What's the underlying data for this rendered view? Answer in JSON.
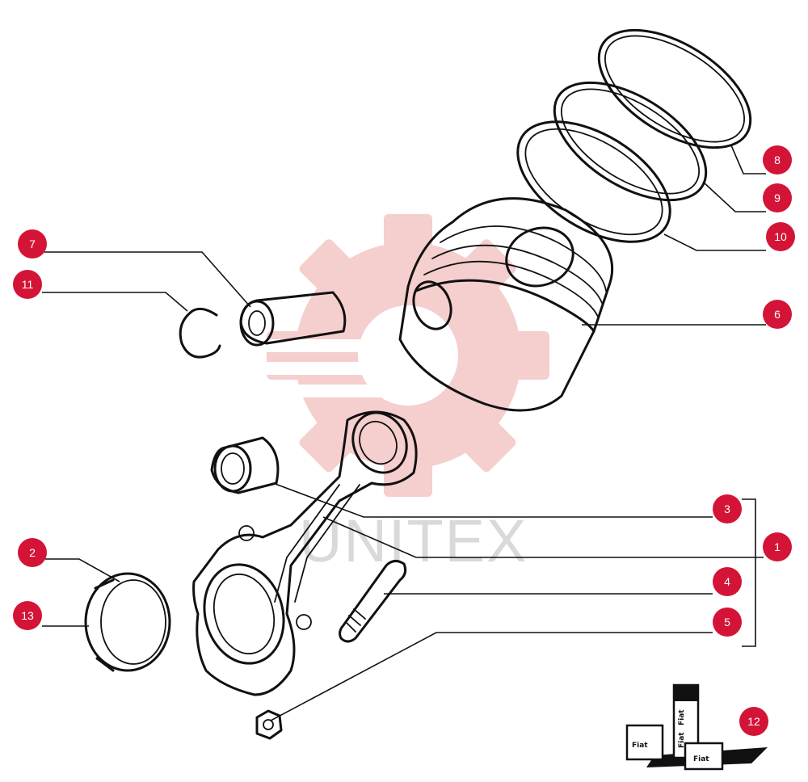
{
  "watermark": {
    "text": "UNITEX",
    "color": "#f4c6c6"
  },
  "callout_color": "#d41436",
  "callouts": [
    {
      "id": "c8",
      "label": "8"
    },
    {
      "id": "c9",
      "label": "9"
    },
    {
      "id": "c10",
      "label": "10"
    },
    {
      "id": "c7",
      "label": "7"
    },
    {
      "id": "c11",
      "label": "11"
    },
    {
      "id": "c6",
      "label": "6"
    },
    {
      "id": "c3",
      "label": "3"
    },
    {
      "id": "c1",
      "label": "1"
    },
    {
      "id": "c2",
      "label": "2"
    },
    {
      "id": "c4",
      "label": "4"
    },
    {
      "id": "c13",
      "label": "13"
    },
    {
      "id": "c5",
      "label": "5"
    },
    {
      "id": "c12",
      "label": "12"
    }
  ],
  "sealant_labels": [
    "Fiat",
    "Fiat",
    "Fiat",
    "Fiat"
  ]
}
